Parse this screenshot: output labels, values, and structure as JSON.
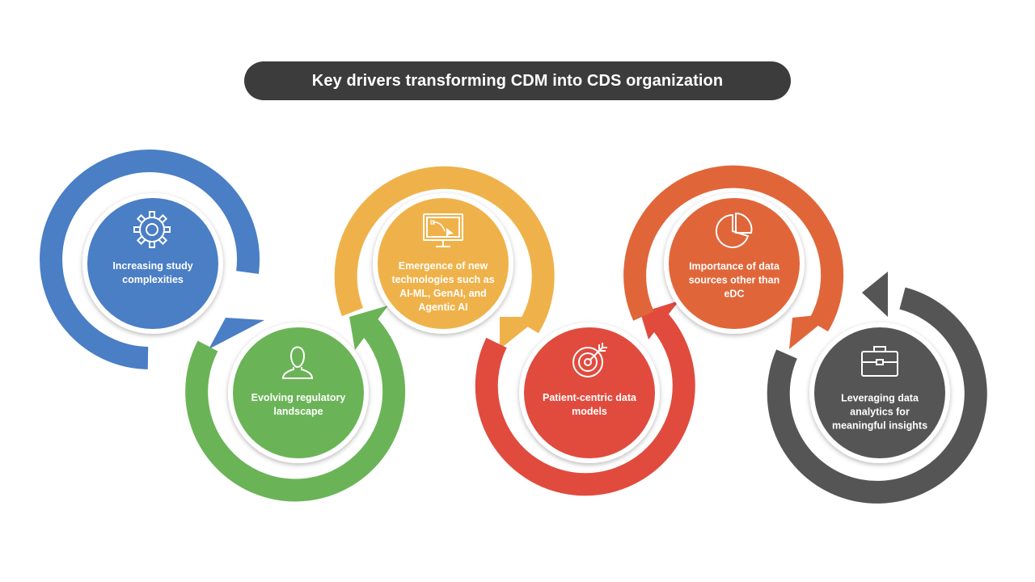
{
  "title": "Key drivers transforming CDM into CDS organization",
  "colors": {
    "blue": "#4a7ec5",
    "green": "#6ab457",
    "yellow": "#efb24a",
    "red": "#e04b3e",
    "orange": "#e0663a",
    "gray": "#555555",
    "title_bg": "#3c3c3c"
  },
  "drivers": [
    {
      "label": "Increasing study complexities",
      "icon": "gear-icon",
      "color": "#4a7ec5"
    },
    {
      "label": "Evolving regulatory landscape",
      "icon": "person-icon",
      "color": "#6ab457"
    },
    {
      "label": "Emergence of new technologies such as AI-ML, GenAI, and Agentic AI",
      "icon": "monitor-pen-icon",
      "color": "#efb24a"
    },
    {
      "label": "Patient-centric data models",
      "icon": "target-icon",
      "color": "#e04b3e"
    },
    {
      "label": "Importance of data sources other than eDC",
      "icon": "pie-chart-icon",
      "color": "#e0663a"
    },
    {
      "label": "Leveraging data analytics for meaningful insights",
      "icon": "briefcase-icon",
      "color": "#555555"
    }
  ]
}
